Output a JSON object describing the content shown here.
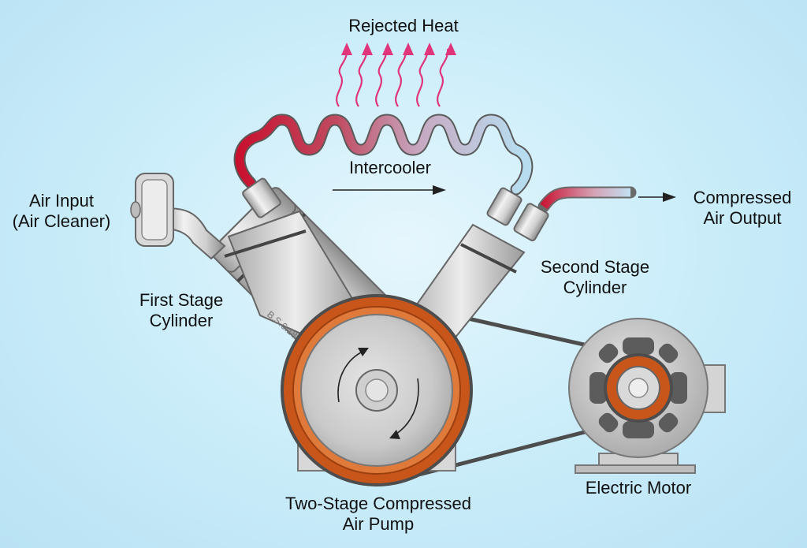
{
  "labels": {
    "rejected_heat": "Rejected Heat",
    "intercooler": "Intercooler",
    "air_input": [
      "Air Input",
      "(Air Cleaner)"
    ],
    "compressed_output": [
      "Compressed",
      "Air Output"
    ],
    "first_stage": [
      "First Stage",
      "Cylinder"
    ],
    "second_stage": [
      "Second Stage",
      "Cylinder"
    ],
    "pump": [
      "Two-Stage Compressed",
      "Air Pump"
    ],
    "motor": "Electric Motor",
    "cylinder_stamp": "B.S.6.18"
  },
  "colors": {
    "hot": "#c8102e",
    "cool": "#b8dcef",
    "heat_arrow": "#e0357a",
    "pulley_ring": "#c8561a",
    "metal_light": "#e6e6e6",
    "metal_dark": "#8a8a8a",
    "belt": "#555555"
  }
}
